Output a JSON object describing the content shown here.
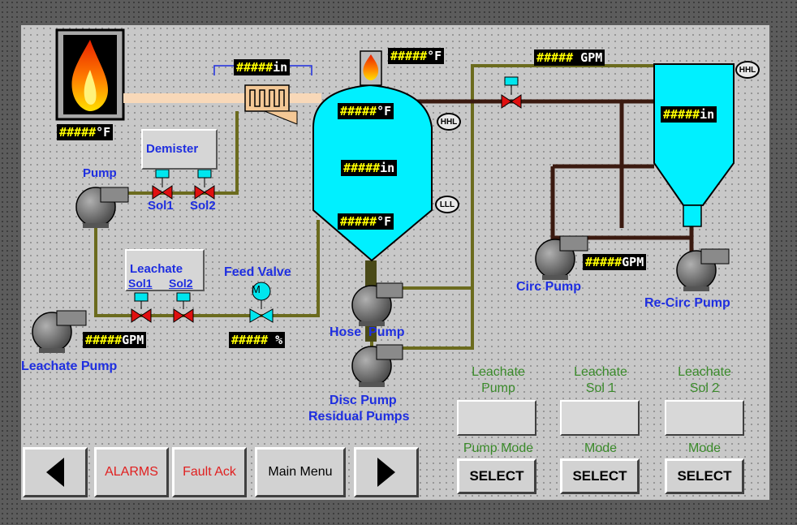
{
  "colors": {
    "tank": "#00f0ff",
    "pipe_olive": "#6b6b1e",
    "pipe_brown": "#3b1a10",
    "valve": "#e01010",
    "lcd_text": "#ffff00",
    "label_blue": "#1e2ee0",
    "label_green": "#3a8a2a"
  },
  "displays": {
    "flame_temp": {
      "value": "#####",
      "unit": "°F"
    },
    "heater_level": {
      "value": "#####",
      "unit": "in"
    },
    "top_temp": {
      "value": "#####",
      "unit": "°F"
    },
    "tank_top_temp": {
      "value": "#####",
      "unit": "°F"
    },
    "tank_level": {
      "value": "#####",
      "unit": "in"
    },
    "tank_bottom_temp": {
      "value": "#####",
      "unit": "°F"
    },
    "top_flow": {
      "value": "#####",
      "unit": " GPM"
    },
    "recirc_tank_level": {
      "value": "#####",
      "unit": "in"
    },
    "circ_flow": {
      "value": "#####",
      "unit": "GPM"
    },
    "leachate_flow": {
      "value": "#####",
      "unit": "GPM"
    },
    "feed_valve_pct": {
      "value": "#####",
      "unit": " %"
    }
  },
  "labels": {
    "demister": "Demister",
    "pump": "Pump",
    "sol1": "Sol1",
    "sol2": "Sol2",
    "leachate": "Leachate",
    "leachate_sol1": "Sol1",
    "leachate_sol2": "Sol2",
    "feed_valve": "Feed Valve",
    "leachate_pump": "Leachate Pump",
    "hose_pump": "Hose  Pump",
    "disc_pump": "Disc Pump",
    "residual_pumps": "Residual Pumps",
    "circ_pump": "Circ Pump",
    "recirc_pump": "Re-Circ Pump",
    "hhl": "HHL",
    "lll": "LLL",
    "valve_motor": "M"
  },
  "controls": [
    {
      "title_line1": "Leachate",
      "title_line2": "Pump",
      "mode_label": "Pump Mode",
      "button": "SELECT"
    },
    {
      "title_line1": "Leachate",
      "title_line2": "Sol 1",
      "mode_label": "Mode",
      "button": "SELECT"
    },
    {
      "title_line1": "Leachate",
      "title_line2": "Sol 2",
      "mode_label": "Mode",
      "button": "SELECT"
    }
  ],
  "nav": {
    "back_icon": "left-arrow-icon",
    "alarms": "ALARMS",
    "fault_ack": "Fault Ack",
    "main_menu": "Main Menu",
    "forward_icon": "right-arrow-icon"
  }
}
